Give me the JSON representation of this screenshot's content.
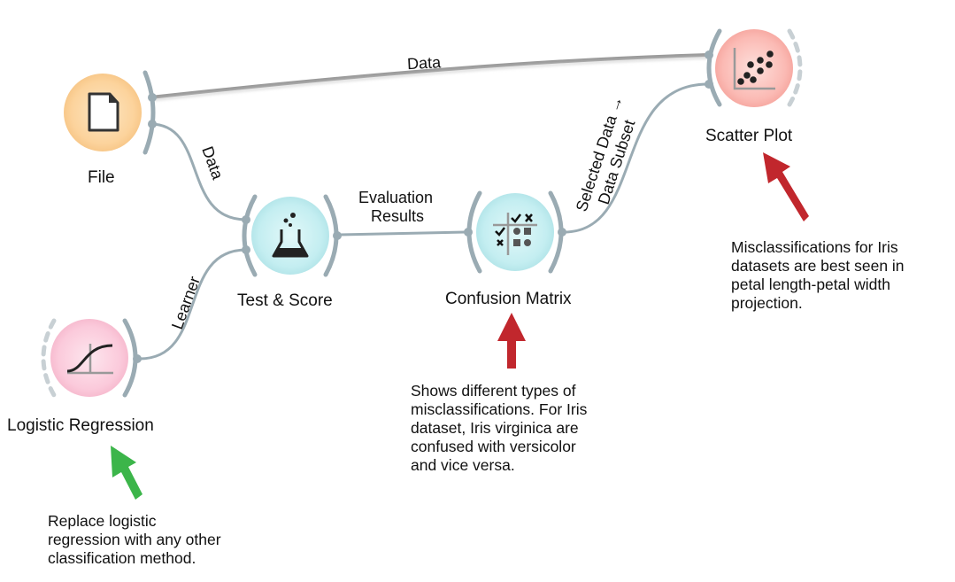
{
  "colors": {
    "link": "#9aabb3",
    "data_link": "#7a7a7a",
    "channel": "#9aabb3",
    "file_node": "#fcd9a6",
    "test_node": "#c9f0f2",
    "confusion_node": "#c9f0f2",
    "scatter_node": "#fcbdb8",
    "logreg_node": "#fbcbd9",
    "red_arrow": "#c1272d",
    "green_arrow": "#3cb54a"
  },
  "nodes": {
    "file": {
      "label": "File",
      "icon": "document-icon"
    },
    "test_score": {
      "label": "Test & Score",
      "icon": "flask-icon"
    },
    "confusion_matrix": {
      "label": "Confusion Matrix",
      "icon": "confusion-matrix-icon"
    },
    "scatter_plot": {
      "label": "Scatter Plot",
      "icon": "scatter-plot-icon"
    },
    "logistic_regression": {
      "label": "Logistic Regression",
      "icon": "sigmoid-curve-icon"
    }
  },
  "links": {
    "file_to_scatter": "Data",
    "file_to_test": "Data",
    "logreg_to_test": "Learner",
    "test_to_confusion": [
      "Evaluation",
      "Results"
    ],
    "confusion_to_scatter": [
      "Selected Data →",
      "Data Subset"
    ]
  },
  "annotations": {
    "scatter_note": [
      "Misclassifications for Iris",
      "datasets are best seen in",
      "petal length-petal width",
      "projection."
    ],
    "confusion_note": [
      "Shows different types of",
      "misclassifications. For Iris",
      "dataset, Iris virginica are",
      "confused with versicolor",
      "and vice versa."
    ],
    "logreg_note": [
      "Replace logistic",
      "regression with any other",
      "classification method."
    ]
  }
}
